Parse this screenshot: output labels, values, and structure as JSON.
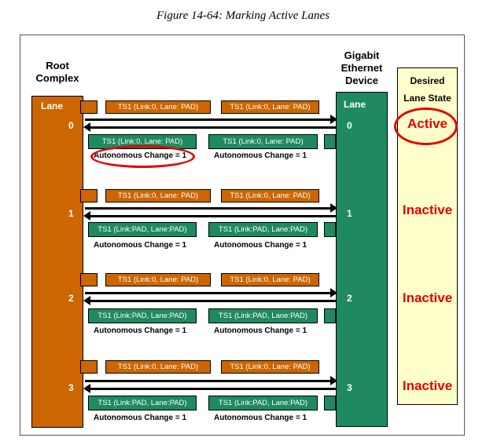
{
  "caption": "Figure 14-64: Marking Active Lanes",
  "root_complex": {
    "title_line1": "Root",
    "title_line2": "Complex",
    "lane_label": "Lane"
  },
  "device": {
    "title_line1": "Gigabit",
    "title_line2": "Ethernet",
    "title_line3": "Device",
    "lane_label": "Lane"
  },
  "lane_state": {
    "title_line1": "Desired",
    "title_line2": "Lane State"
  },
  "lanes": [
    {
      "number": "0",
      "state": "Active",
      "tx1": "TS1 (Link:0, Lane: PAD)",
      "tx2": "TS1 (Link:0, Lane: PAD)",
      "rx1": "TS1 (Link:0, Lane: PAD)",
      "rx2": "TS1 (Link:0, Lane: PAD)",
      "ac1": "Autonomous Change = 1",
      "ac2": "Autonomous Change = 1"
    },
    {
      "number": "1",
      "state": "Inactive",
      "tx1": "TS1 (Link:0, Lane: PAD)",
      "tx2": "TS1 (Link:0, Lane: PAD)",
      "rx1": "TS1 (Link:PAD, Lane:PAD)",
      "rx2": "TS1 (Link:PAD, Lane:PAD)",
      "ac1": "Autonomous Change = 1",
      "ac2": "Autonomous Change = 1"
    },
    {
      "number": "2",
      "state": "Inactive",
      "tx1": "TS1 (Link:0, Lane: PAD)",
      "tx2": "TS1 (Link:0, Lane: PAD)",
      "rx1": "TS1 (Link:PAD, Lane:PAD)",
      "rx2": "TS1 (Link:PAD, Lane:PAD)",
      "ac1": "Autonomous Change = 1",
      "ac2": "Autonomous Change = 1"
    },
    {
      "number": "3",
      "state": "Inactive",
      "tx1": "TS1 (Link:0, Lane: PAD)",
      "tx2": "TS1 (Link:0, Lane: PAD)",
      "rx1": "TS1 (Link:PAD, Lane:PAD)",
      "rx2": "TS1 (Link:PAD, Lane:PAD)",
      "ac1": "Autonomous Change = 1",
      "ac2": "Autonomous Change = 1"
    }
  ],
  "colors": {
    "root_complex": "#cc6600",
    "device": "#1f8a5f",
    "lane_state_bg": "#ffffcc",
    "highlight": "#e60000"
  }
}
